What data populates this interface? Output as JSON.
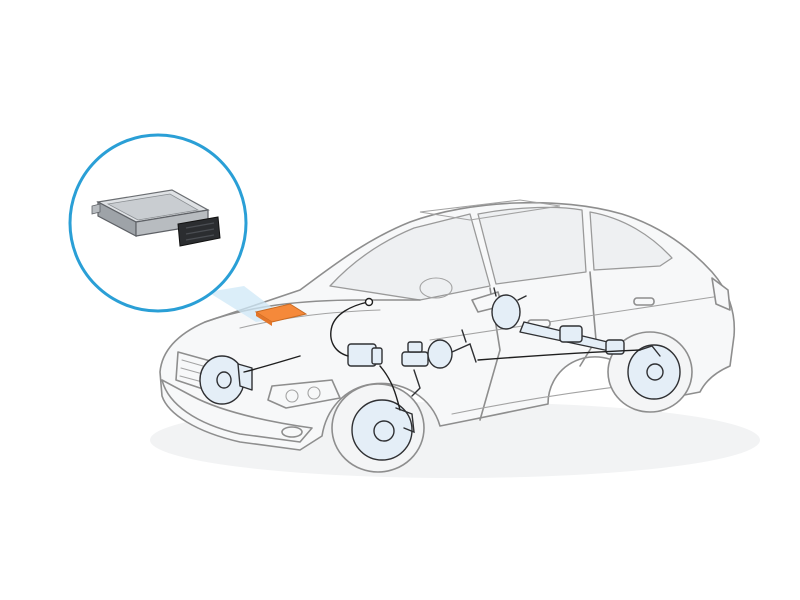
{
  "colors": {
    "accent_blue": "#2a9fd6",
    "callout_fill": "#cfe8f7",
    "ecu_highlight": "#f5893a",
    "component_fill": "#e4eef7",
    "outline_grey": "#8e8e8e",
    "wire_black": "#1f1f1f"
  },
  "components": [
    {
      "id": "control-module",
      "highlighted": true
    },
    {
      "id": "front-brake-disc",
      "highlighted": false
    },
    {
      "id": "front-wheel-brake-disc",
      "highlighted": false
    },
    {
      "id": "hydraulic-unit",
      "highlighted": false
    },
    {
      "id": "brake-master-cylinder",
      "highlighted": false
    },
    {
      "id": "brake-booster",
      "highlighted": false
    },
    {
      "id": "rear-wheel-brake-disc",
      "highlighted": false
    },
    {
      "id": "drive-shaft",
      "highlighted": false
    }
  ],
  "callout": {
    "shape": "circle",
    "content": "control-module-closeup"
  }
}
